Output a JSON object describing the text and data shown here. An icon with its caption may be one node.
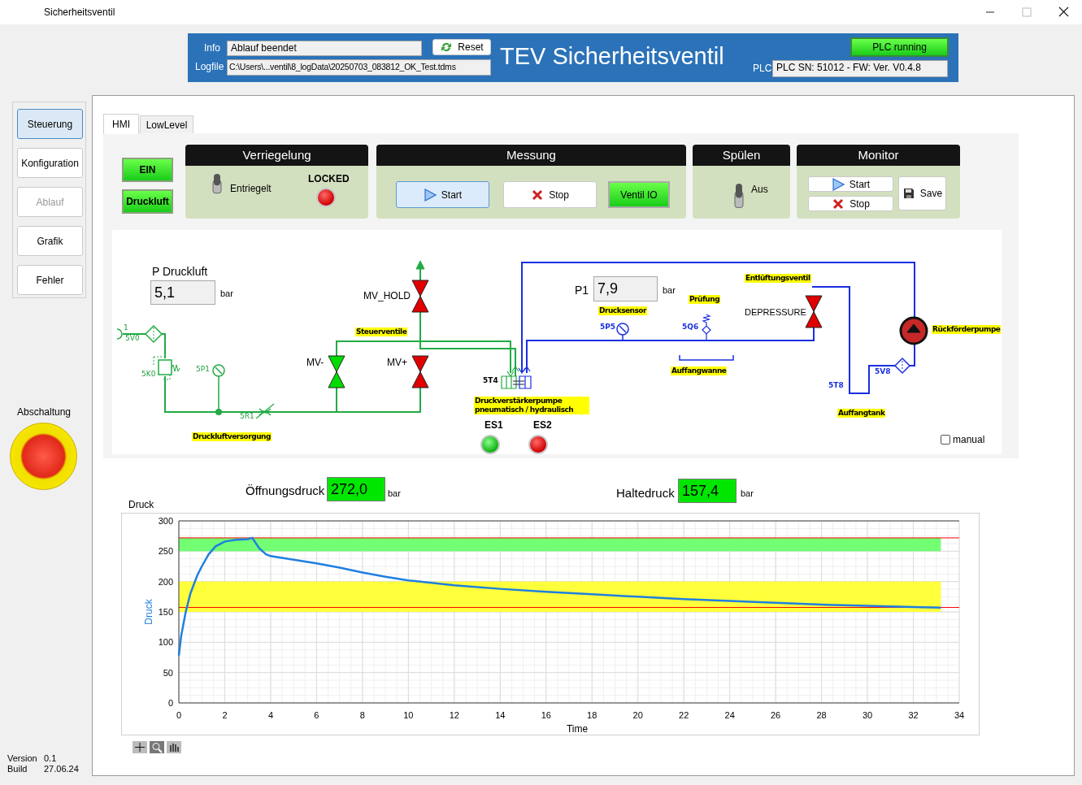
{
  "diagram": {
    "nodes": [
      {
        "text": [
          "TEV Sicherheitsventil"
        ]
      },
      {
        "text": [
          "Ablauf beendet"
        ],
        "beside": [
          "Info"
        ],
        "in": 0
      },
      {
        "text": [
          "Reset"
        ],
        "in": 0
      },
      {
        "text": [
          "C:\\Users\\...ventil\\8_logData\\20250703_083812_OK_Test.tdms"
        ],
        "beside": [
          "Logfile"
        ],
        "in": 0
      },
      {
        "text": [
          "PLC running"
        ],
        "in": 0
      },
      {
        "text": [
          "PLC SN: 51012 - FW: Ver. V0.4.8"
        ],
        "beside": [
          "PLC"
        ],
        "in": 0
      },
      {
        "text": [],
        "shape": "box"
      },
      {
        "text": [
          "Steuerung"
        ],
        "in": 6
      },
      {
        "text": [
          "Konfiguration"
        ],
        "in": 6
      },
      {
        "text": [
          "Ablauf"
        ],
        "in": 6
      },
      {
        "text": [
          "Grafik"
        ],
        "in": 6
      },
      {
        "text": [
          "Fehler"
        ],
        "in": 6
      },
      {
        "text": [],
        "shape": "circle",
        "beside": [
          "Abschaltung"
        ]
      },
      {
        "text": [],
        "shape": "box"
      },
      {
        "text": [
          "HMI"
        ],
        "in": 13
      },
      {
        "text": [
          "LowLevel"
        ],
        "in": 13
      },
      {
        "text": [
          "EIN"
        ],
        "in": 13
      },
      {
        "text": [
          "Druckluft"
        ],
        "in": 13
      },
      {
        "text": [
          "Verriegelung"
        ],
        "in": 13
      },
      {
        "text": [],
        "shape": "switch",
        "beside": [
          "Entriegelt"
        ],
        "in": 18
      },
      {
        "text": [],
        "shape": "circle",
        "beside": [
          "LOCKED"
        ],
        "in": 18
      },
      {
        "text": [
          "Messung"
        ],
        "in": 13
      },
      {
        "text": [
          "Start"
        ],
        "in": 21
      },
      {
        "text": [
          "Stop"
        ],
        "in": 21
      },
      {
        "text": [
          "Ventil IO"
        ],
        "in": 21
      },
      {
        "text": [
          "Spülen"
        ],
        "in": 13
      },
      {
        "text": [],
        "shape": "switch",
        "beside": [
          "Aus"
        ],
        "in": 25
      },
      {
        "text": [
          "Monitor"
        ],
        "in": 13
      },
      {
        "text": [
          "Start"
        ],
        "in": 27
      },
      {
        "text": [
          "Stop"
        ],
        "in": 27
      },
      {
        "text": [
          "Save"
        ],
        "in": 27
      },
      {
        "text": [],
        "shape": "box",
        "in": 13
      },
      {
        "text": [
          "5,1"
        ],
        "beside": [
          "P Druckluft",
          "bar"
        ],
        "in": 31
      },
      {
        "text": [
          "7,9"
        ],
        "beside": [
          "P1",
          "bar"
        ],
        "in": 31
      },
      {
        "text": [],
        "shape": "circle",
        "beside": [
          "ES1"
        ],
        "in": 31
      },
      {
        "text": [],
        "shape": "circle",
        "beside": [
          "ES2"
        ],
        "in": 31
      },
      {
        "text": [],
        "shape": "checkbox",
        "beside": [
          "manual"
        ],
        "in": 31
      },
      {
        "text": [
          "272,0"
        ],
        "beside": [
          "Öffnungsdruck",
          "bar"
        ],
        "in": 13
      },
      {
        "text": [
          "157,4"
        ],
        "beside": [
          "Haltedruck",
          "bar"
        ],
        "in": 13
      }
    ],
    "labels": [
      "Sicherheitsventil",
      "Steuerventile",
      "MV_HOLD",
      "MV-",
      "MV+",
      "1",
      "5V0",
      "5K0",
      "5P1",
      "5R1",
      "Druckluftversorgung",
      "5T4",
      "Druckverstärkerpumpe pneumatisch / hydraulisch",
      "Drucksensor",
      "5P5",
      "Prüfung",
      "5Q6",
      "Auffangwanne",
      "Entlüftungsventil",
      "DEPRESSURE",
      "Rückförderpumpe",
      "5V8",
      "5T8",
      "Auffangtank",
      "Version",
      "0.1",
      "Build",
      "27.06.24"
    ],
    "chart_data": {
      "type": "line",
      "title": "Druck",
      "xlabel": "Time",
      "ylabel": "Druck",
      "x": [
        0,
        0.1,
        0.3,
        0.5,
        0.8,
        1,
        1.3,
        1.6,
        2,
        2.5,
        3,
        3.2,
        3.5,
        3.8,
        4,
        5,
        6,
        7,
        8,
        9,
        10,
        12,
        14,
        16,
        18,
        20,
        22,
        24,
        26,
        28,
        30,
        32,
        33.2
      ],
      "series": [
        {
          "color": "#1f7fe0",
          "values": [
            78,
            110,
            150,
            180,
            210,
            225,
            245,
            258,
            266,
            269,
            270,
            272,
            255,
            245,
            242,
            236,
            230,
            223,
            215,
            208,
            202,
            194,
            188,
            183,
            179,
            175,
            171,
            168,
            165,
            162,
            160,
            158,
            157
          ]
        }
      ],
      "xlim": [
        0,
        34
      ],
      "ylim": [
        0,
        300
      ],
      "xticks": [
        0,
        2,
        4,
        6,
        8,
        10,
        12,
        14,
        16,
        18,
        20,
        22,
        24,
        26,
        28,
        30,
        32,
        34
      ],
      "yticks": [
        0,
        50,
        100,
        150,
        200,
        250,
        300
      ],
      "grid": true,
      "bands": [
        {
          "axis": "y",
          "from": 250,
          "to": 272,
          "color": "#73ff73"
        },
        {
          "axis": "y",
          "from": 150,
          "to": 200,
          "color": "#ffff3c"
        }
      ],
      "ref_lines": [
        {
          "axis": "y",
          "value": 272,
          "color": "#ff0000"
        },
        {
          "axis": "y",
          "value": 157.4,
          "color": "#ff0000"
        }
      ]
    }
  }
}
